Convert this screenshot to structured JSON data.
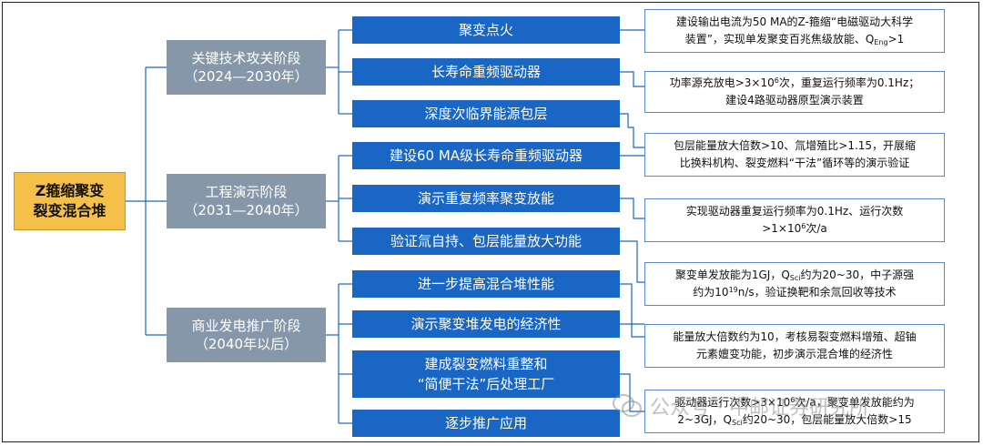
{
  "root": {
    "line1": "Z箍缩聚变",
    "line2": "裂变混合堆"
  },
  "phases": [
    {
      "name": "关键技术攻关阶段",
      "years": "（2024—2030年）"
    },
    {
      "name": "工程演示阶段",
      "years": "（2031—2040年）"
    },
    {
      "name": "商业发电推广阶段",
      "years": "（2040年以后）"
    }
  ],
  "tasks": [
    {
      "lines": [
        "聚变点火"
      ]
    },
    {
      "lines": [
        "长寿命重频驱动器"
      ]
    },
    {
      "lines": [
        "深度次临界能源包层"
      ]
    },
    {
      "lines": [
        "建设60 MA级长寿命重频驱动器"
      ]
    },
    {
      "lines": [
        "演示重复频率聚变放能"
      ]
    },
    {
      "lines": [
        "验证氚自持、包层能量放大功能"
      ]
    },
    {
      "lines": [
        "进一步提高混合堆性能"
      ]
    },
    {
      "lines": [
        "演示聚变堆发电的经济性"
      ]
    },
    {
      "lines": [
        "建成裂变燃料重整和",
        "“简便干法”后处理工厂"
      ]
    },
    {
      "lines": [
        "逐步推广应用"
      ]
    }
  ],
  "notes": {
    "n1": {
      "l1": "建设输出电流为50 MA的Z-箍缩“电磁驱动大科学",
      "l2a": "装置”，实现单发聚变百兆焦级放能、Q",
      "l2sub": "Eng",
      "l2b": ">1"
    },
    "n2": {
      "l1a": "功率源充放电>3×10",
      "l1sup": "6",
      "l1b": "次，重复运行频率为0.1Hz；",
      "l2": "建设4路驱动器原型演示装置"
    },
    "n3": {
      "l1": "包层能量放大倍数>10、氚增殖比>1.15，开展缩",
      "l2": "比换料机构、裂变燃料“干法”循环等的演示验证"
    },
    "n4": {
      "l1": "实现驱动器重复运行频率为0.1Hz、运行次数",
      "l2a": ">1×10",
      "l2sup": "6",
      "l2b": "次/a"
    },
    "n5": {
      "l1a": "聚变单发放能为1GJ，Q",
      "l1sub": "Sci",
      "l1b": "约为20~30，中子源强",
      "l2a": "约为10",
      "l2sup": "19",
      "l2b": "n/s，验证换靶和余氚回收等技术"
    },
    "n6": {
      "l1": "能量放大倍数约为10，考核易裂变燃料增殖、超铀",
      "l2": "元素嬗变功能，初步演示混合堆的经济性"
    },
    "n7": {
      "l1a": "驱动器运行次数>3×10",
      "l1sup": "6",
      "l1b": "次/a，聚变单发放能约为",
      "l2a": "2~3GJ，Q",
      "l2sub": "Sci",
      "l2b": "约20~30，包层能量放大倍数>15"
    }
  },
  "watermark": "公众号 · 中邮证券研究所",
  "colors": {
    "root": "#f5c04a",
    "phase": "#8697a9",
    "task": "#1a66c4",
    "note_border": "#5b86d1"
  }
}
